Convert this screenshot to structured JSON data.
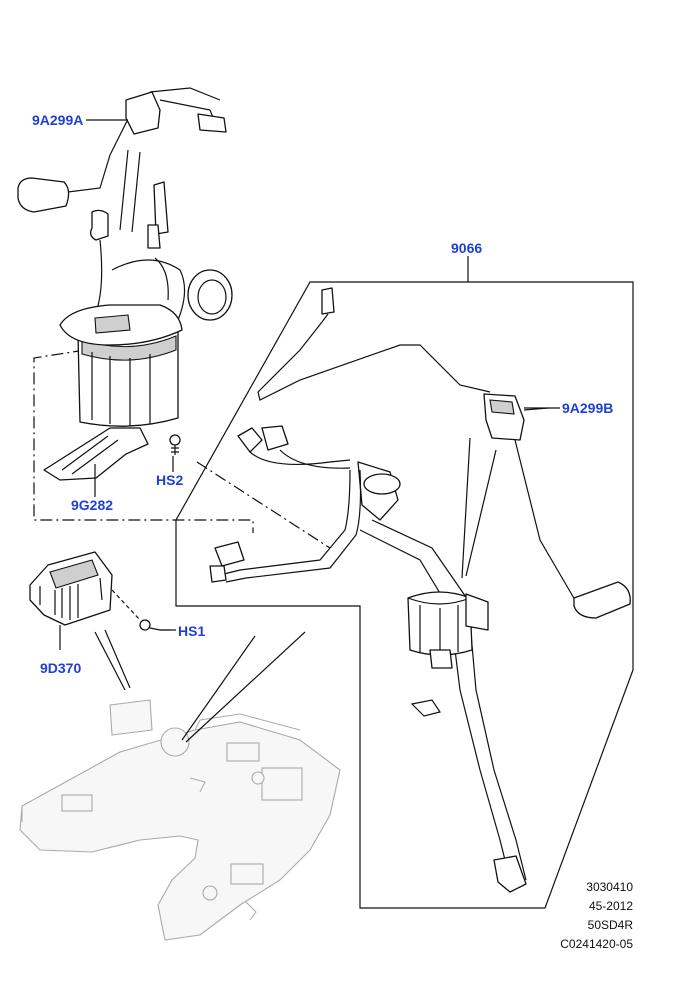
{
  "callouts": {
    "sender_left": "9A299A",
    "pump_assembly": "9066",
    "sender_right": "9A299B",
    "screw_hs2": "HS2",
    "screw_hs1": "HS1",
    "filter_cover": "9G282",
    "module": "9D370"
  },
  "footer": {
    "line1": "3030410",
    "line2": "45-2012",
    "line3": "50SD4R",
    "line4": "C0241420-05"
  },
  "colors": {
    "callout": "#1f3fd8",
    "line": "#111111",
    "ghost": "#aaaaaa"
  }
}
